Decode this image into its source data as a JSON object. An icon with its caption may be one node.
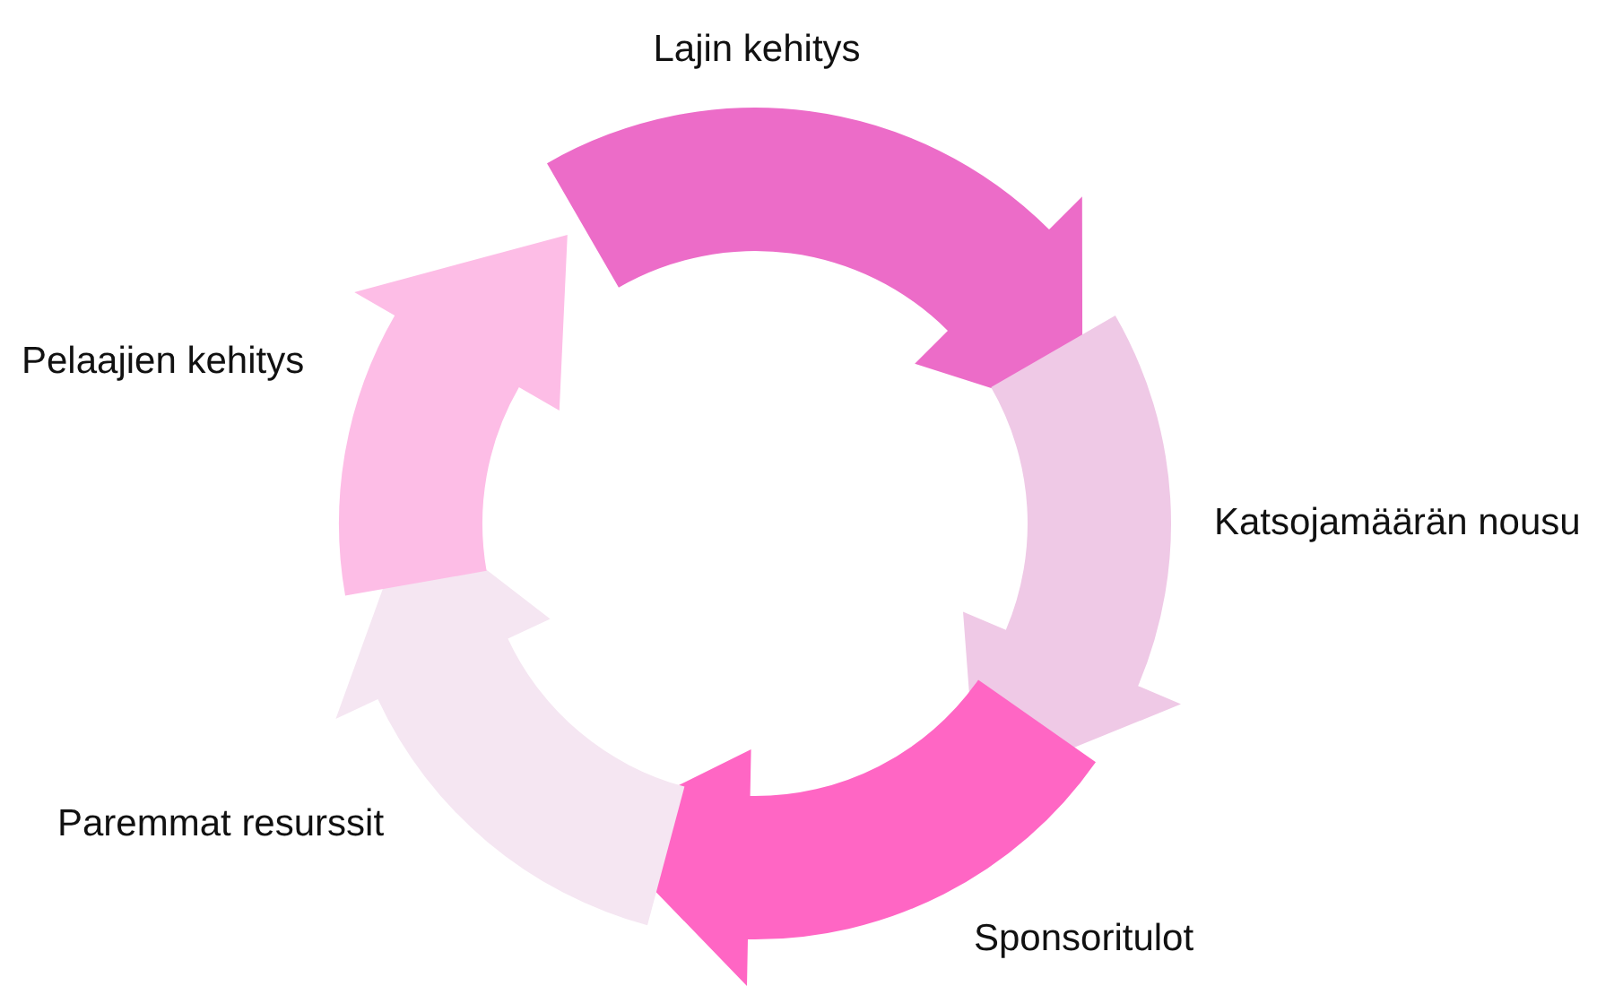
{
  "diagram": {
    "nodes": [
      {
        "text": [
          "Lajin kehitys"
        ]
      },
      {
        "text": [
          "Katsojamäärän nousu"
        ]
      },
      {
        "text": [
          "Sponsoritulot"
        ]
      },
      {
        "text": [
          "Paremmat resurssit"
        ]
      },
      {
        "text": [
          "Pelaajien kehitys"
        ]
      }
    ],
    "edges": [
      {
        "from": 0,
        "to": 1,
        "arrow": "to",
        "style": "thick",
        "color": "#ec6cc8"
      },
      {
        "from": 1,
        "to": 2,
        "arrow": "to",
        "style": "thick",
        "color": "#efc9e6"
      },
      {
        "from": 2,
        "to": 3,
        "arrow": "to",
        "style": "thick",
        "color": "#ff66c4"
      },
      {
        "from": 3,
        "to": 4,
        "arrow": "to",
        "style": "thick",
        "color": "#f5e6f2"
      },
      {
        "from": 4,
        "to": 0,
        "arrow": "to",
        "style": "thick",
        "color": "#fdbde6"
      }
    ]
  }
}
